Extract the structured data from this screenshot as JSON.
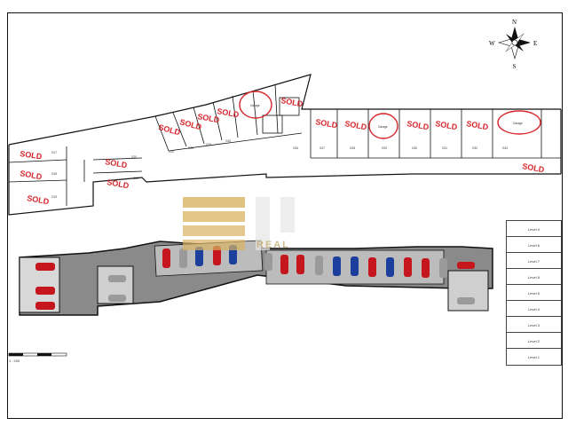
{
  "compass": {
    "n": "N",
    "s": "S",
    "e": "E",
    "w": "W"
  },
  "sold_label": "SOLD",
  "garage_labels": [
    "Garage",
    "Garage",
    "Garage"
  ],
  "garage_codes": [
    "G17",
    "G18",
    "G19",
    "G20",
    "G21",
    "G22",
    "G23",
    "G24",
    "G25",
    "G26",
    "G27",
    "G28",
    "G29",
    "G30",
    "G31",
    "G32",
    "G33"
  ],
  "levels": [
    "Level 4",
    "Level 6",
    "Level 7",
    "Level 8",
    "Level 5",
    "Level 4",
    "Level 3",
    "Level 2",
    "Level 1"
  ],
  "watermark_text": "REAL",
  "scale_text": "1 : 200",
  "colors": {
    "sold": "#d7262c",
    "circle": "#d7262c",
    "floor": "#8a8a8a",
    "wall": "#111111",
    "gold": "#d8b462",
    "car_red": "#c4161c",
    "car_blue": "#1c3f9e",
    "car_grey": "#9a9a9a"
  }
}
